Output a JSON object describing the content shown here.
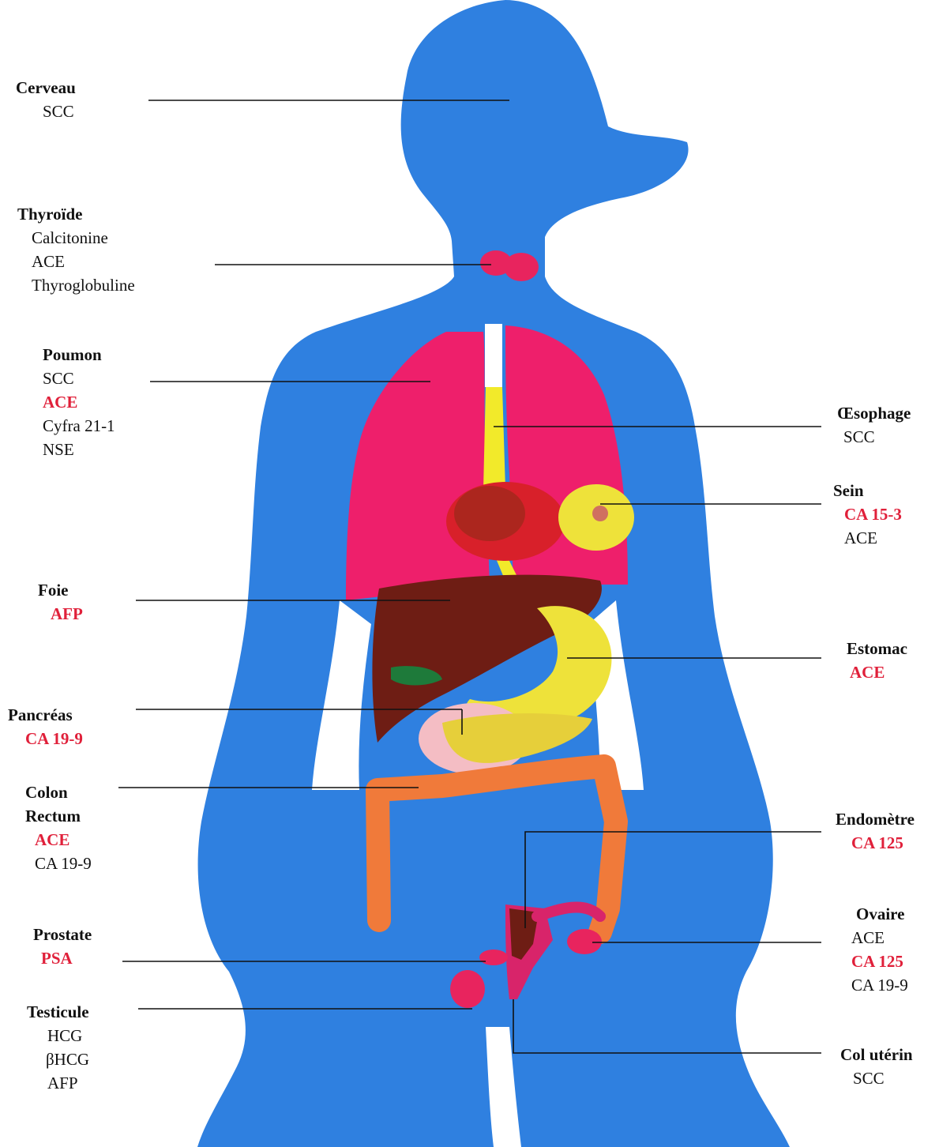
{
  "colors": {
    "body": "#2f80e0",
    "lung": "#ee1f6b",
    "esophagus": "#f2ea2a",
    "liver": "#6e1d14",
    "stomach": "#eee23a",
    "colon": "#f07a3a",
    "thyroid": "#e8245e",
    "pancreas_bg": "#f4bdc4",
    "highlight": "#e0203a"
  },
  "labels": [
    {
      "id": "cerveau",
      "organ": "Cerveau",
      "markers": [
        {
          "text": "SCC",
          "highlight": false
        }
      ]
    },
    {
      "id": "thyroide",
      "organ": "Thyroïde",
      "markers": [
        {
          "text": "Calcitonine",
          "highlight": false
        },
        {
          "text": "ACE",
          "highlight": false
        },
        {
          "text": "Thyroglobuline",
          "highlight": false
        }
      ]
    },
    {
      "id": "poumon",
      "organ": "Poumon",
      "markers": [
        {
          "text": "SCC",
          "highlight": false
        },
        {
          "text": "ACE",
          "highlight": true
        },
        {
          "text": "Cyfra 21-1",
          "highlight": false
        },
        {
          "text": "NSE",
          "highlight": false
        }
      ]
    },
    {
      "id": "foie",
      "organ": "Foie",
      "markers": [
        {
          "text": "AFP",
          "highlight": true
        }
      ]
    },
    {
      "id": "pancreas",
      "organ": "Pancréas",
      "markers": [
        {
          "text": "CA 19-9",
          "highlight": true
        }
      ]
    },
    {
      "id": "colon",
      "organ": "Colon",
      "organ2": "Rectum",
      "markers": [
        {
          "text": "ACE",
          "highlight": true
        },
        {
          "text": "CA 19-9",
          "highlight": false
        }
      ]
    },
    {
      "id": "prostate",
      "organ": "Prostate",
      "markers": [
        {
          "text": "PSA",
          "highlight": true
        }
      ]
    },
    {
      "id": "testicule",
      "organ": "Testicule",
      "markers": [
        {
          "text": "HCG",
          "highlight": false
        },
        {
          "text": "βHCG",
          "highlight": false
        },
        {
          "text": "AFP",
          "highlight": false
        }
      ]
    },
    {
      "id": "oesophage",
      "organ": "Œsophage",
      "markers": [
        {
          "text": "SCC",
          "highlight": false
        }
      ]
    },
    {
      "id": "sein",
      "organ": "Sein",
      "markers": [
        {
          "text": "CA 15-3",
          "highlight": true
        },
        {
          "text": "ACE",
          "highlight": false
        }
      ]
    },
    {
      "id": "estomac",
      "organ": "Estomac",
      "markers": [
        {
          "text": "ACE",
          "highlight": true
        }
      ]
    },
    {
      "id": "endometre",
      "organ": "Endomètre",
      "markers": [
        {
          "text": "CA 125",
          "highlight": true
        }
      ]
    },
    {
      "id": "ovaire",
      "organ": "Ovaire",
      "markers": [
        {
          "text": "ACE",
          "highlight": false
        },
        {
          "text": "CA 125",
          "highlight": true
        },
        {
          "text": "CA 19-9",
          "highlight": false
        }
      ]
    },
    {
      "id": "col",
      "organ": "Col utérin",
      "markers": [
        {
          "text": "SCC",
          "highlight": false
        }
      ]
    }
  ]
}
